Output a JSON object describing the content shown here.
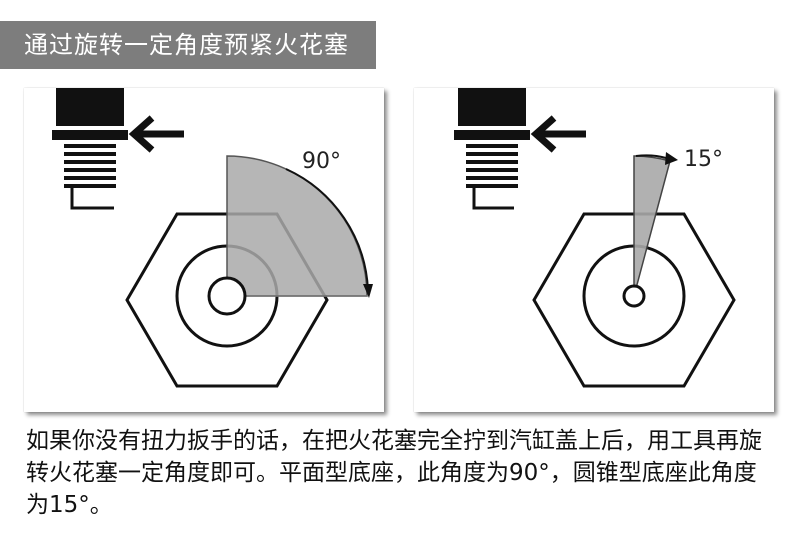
{
  "title": "通过旋转一定角度预紧火花塞",
  "panels": [
    {
      "angle_label": "90°",
      "angle_degrees": 90
    },
    {
      "angle_label": "15°",
      "angle_degrees": 15
    }
  ],
  "caption": "如果你没有扭力扳手的话，在把火花塞完全拧到汽缸盖上后，用工具再旋转火花塞一定角度即可。平面型底座，此角度为90°，圆锥型底座此角度为15°。",
  "colors": {
    "title_bg": "#7d7d7d",
    "title_text": "#ffffff",
    "sector_fill": "#a9a9a9",
    "line": "#111111"
  }
}
